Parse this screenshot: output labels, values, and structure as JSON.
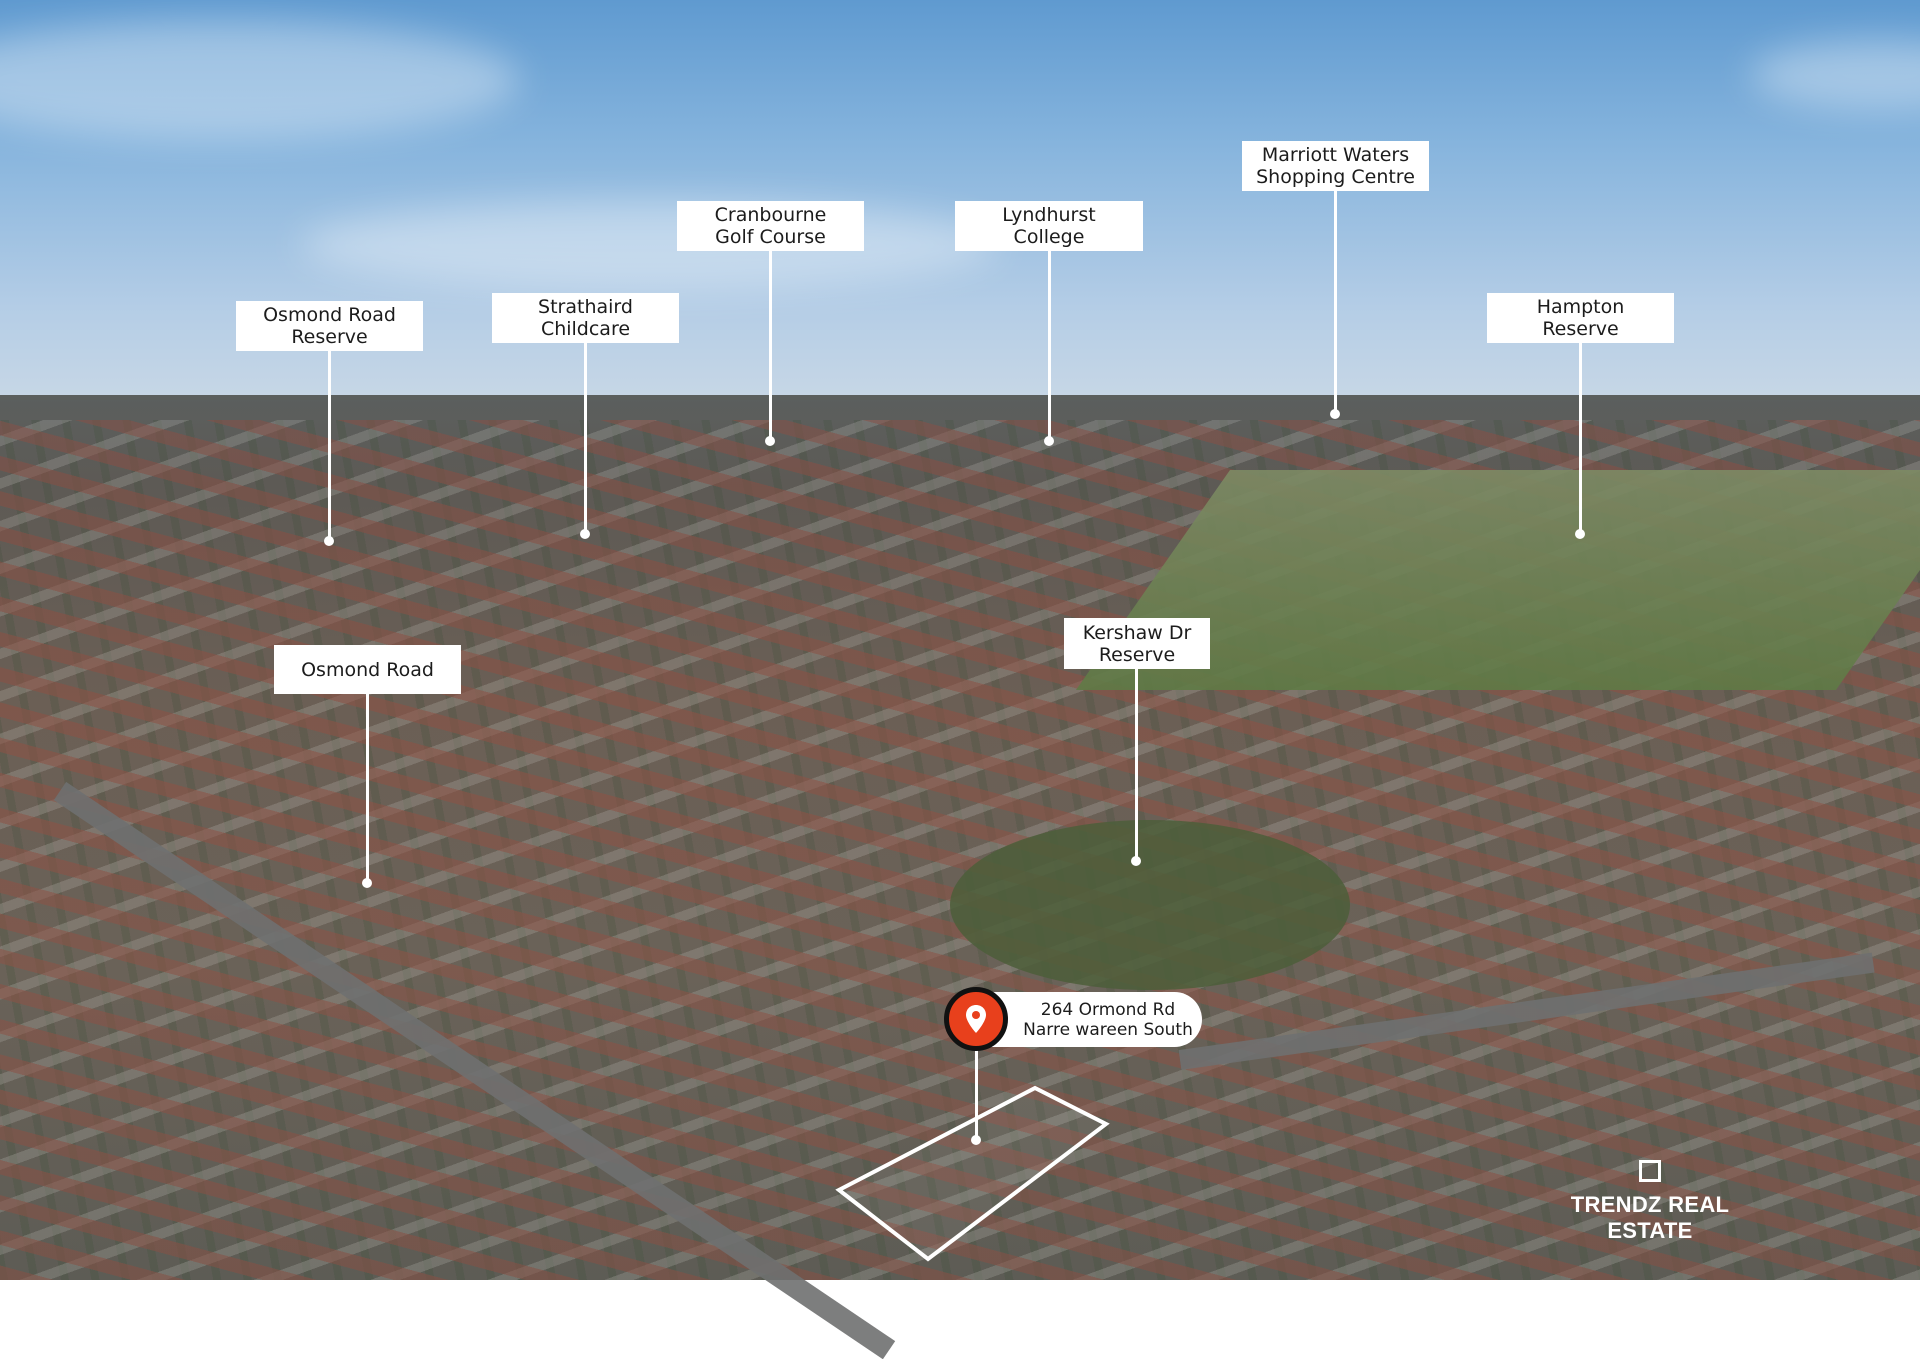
{
  "labels": [
    {
      "id": "osmond-road-reserve",
      "line1": "Osmond Road",
      "line2": "Reserve"
    },
    {
      "id": "strathaird-childcare",
      "line1": "Strathaird",
      "line2": "Childcare"
    },
    {
      "id": "cranbourne-golf-course",
      "line1": "Cranbourne",
      "line2": "Golf Course"
    },
    {
      "id": "lyndhurst-college",
      "line1": "Lyndhurst",
      "line2": "College"
    },
    {
      "id": "marriott-waters",
      "line1": "Marriott Waters",
      "line2": "Shopping Centre"
    },
    {
      "id": "hampton-reserve",
      "line1": "Hampton",
      "line2": "Reserve"
    },
    {
      "id": "osmond-road",
      "line1": "Osmond Road"
    },
    {
      "id": "kershaw-dr-reserve",
      "line1": "Kershaw Dr",
      "line2": "Reserve"
    }
  ],
  "property": {
    "address_line1": "264 Ormond Rd",
    "address_line2": "Narre wareen South",
    "pin_color": "#e8401c",
    "icon": "map-pin-icon"
  },
  "branding": {
    "name": "TRENDZ REAL ESTATE",
    "icon": "square-logo-icon"
  }
}
